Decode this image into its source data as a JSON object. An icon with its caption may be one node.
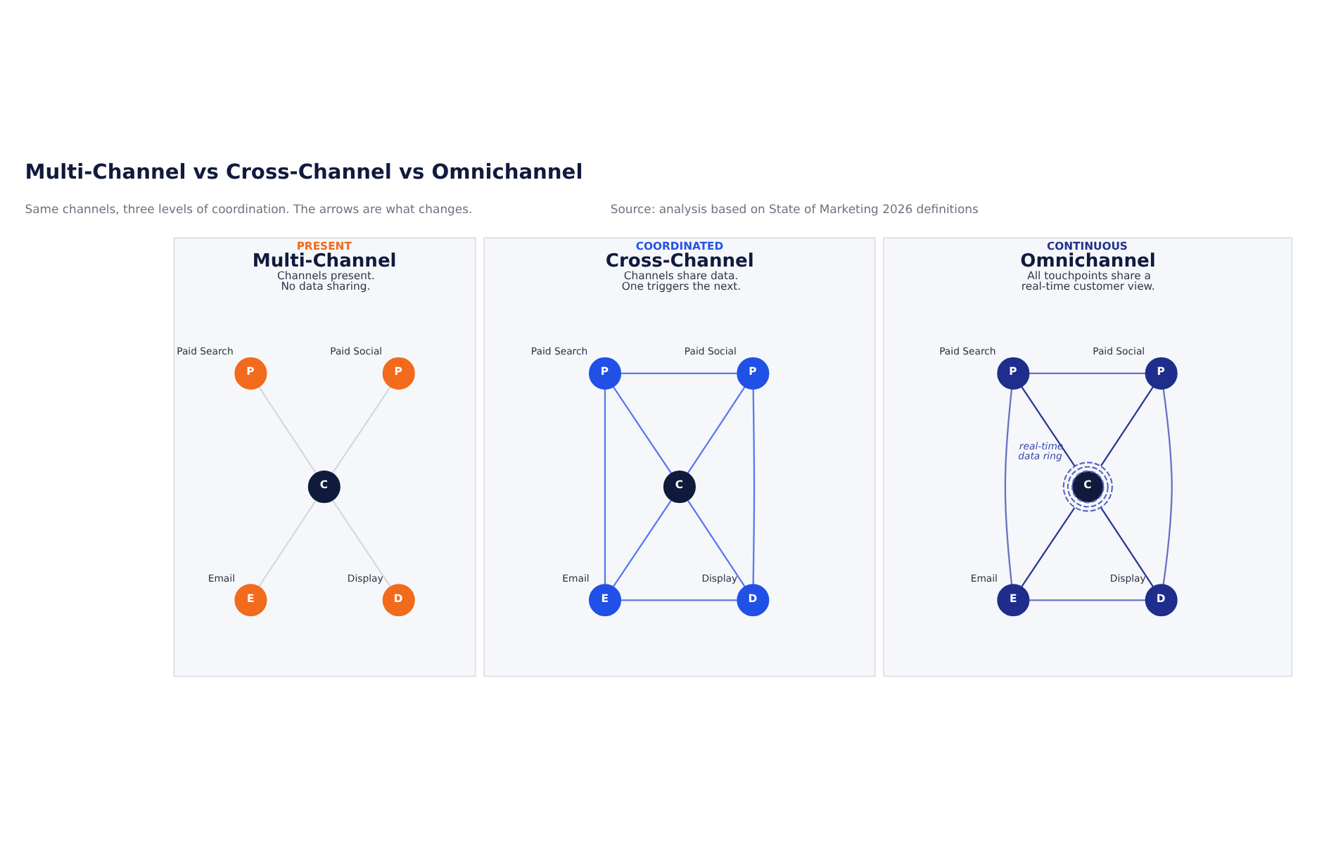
{
  "diagram": {
    "title": "Multi-Channel vs Cross-Channel vs Omnichannel",
    "nodes": [
      {
        "text": [
          "PRESENT",
          "Multi-Channel",
          "Channels present. No data sharing."
        ]
      },
      {
        "text": [
          "P"
        ],
        "beside": [
          "Paid Search"
        ],
        "in": 0
      },
      {
        "text": [
          "P"
        ],
        "beside": [
          "Paid Social"
        ],
        "in": 0
      },
      {
        "text": [
          "C"
        ],
        "in": 0
      },
      {
        "text": [
          "E"
        ],
        "beside": [
          "Email"
        ],
        "in": 0
      },
      {
        "text": [
          "D"
        ],
        "beside": [
          "Display"
        ],
        "in": 0
      },
      {
        "text": [
          "COORDINATED",
          "Cross-Channel",
          "Channels share data. One triggers the next."
        ]
      },
      {
        "text": [
          "P"
        ],
        "beside": [
          "Paid Search"
        ],
        "in": 6
      },
      {
        "text": [
          "P"
        ],
        "beside": [
          "Paid Social"
        ],
        "in": 6
      },
      {
        "text": [
          "C"
        ],
        "in": 6
      },
      {
        "text": [
          "E"
        ],
        "beside": [
          "Email"
        ],
        "in": 6
      },
      {
        "text": [
          "D"
        ],
        "beside": [
          "Display"
        ],
        "in": 6
      },
      {
        "text": [
          "CONTINUOUS",
          "Omnichannel",
          "All touchpoints share a real-time customer view."
        ]
      },
      {
        "text": [
          "P"
        ],
        "beside": [
          "Paid Search"
        ],
        "in": 12
      },
      {
        "text": [
          "P"
        ],
        "beside": [
          "Paid Social"
        ],
        "in": 12
      },
      {
        "text": [
          "C"
        ],
        "beside": [
          "real-time",
          "data ring"
        ],
        "in": 12
      },
      {
        "text": [
          "E"
        ],
        "beside": [
          "Email"
        ],
        "in": 12
      },
      {
        "text": [
          "D"
        ],
        "beside": [
          "Display"
        ],
        "in": 12
      }
    ],
    "edges": [
      {
        "from": 1,
        "to": 3,
        "arrow": "none",
        "color": "#d5d9e1"
      },
      {
        "from": 2,
        "to": 3,
        "arrow": "none",
        "color": "#d5d9e1"
      },
      {
        "from": 3,
        "to": 4,
        "arrow": "none",
        "color": "#d5d9e1"
      },
      {
        "from": 3,
        "to": 5,
        "arrow": "none",
        "color": "#d5d9e1"
      },
      {
        "from": 7,
        "to": 8,
        "arrow": "none"
      },
      {
        "from": 8,
        "to": 11,
        "arrow": "none"
      },
      {
        "from": 10,
        "to": 11,
        "arrow": "none"
      },
      {
        "from": 7,
        "to": 10,
        "arrow": "none"
      },
      {
        "from": 7,
        "to": 9,
        "arrow": "none"
      },
      {
        "from": 8,
        "to": 9,
        "arrow": "none"
      },
      {
        "from": 9,
        "to": 10,
        "arrow": "none"
      },
      {
        "from": 9,
        "to": 11,
        "arrow": "none"
      },
      {
        "from": 13,
        "to": 14,
        "arrow": "none",
        "color": "#6872c4"
      },
      {
        "from": 14,
        "to": 17,
        "arrow": "none",
        "color": "#6872c4"
      },
      {
        "from": 16,
        "to": 17,
        "arrow": "none",
        "color": "#6872c4"
      },
      {
        "from": 13,
        "to": 16,
        "arrow": "none",
        "color": "#6872c4"
      },
      {
        "from": 13,
        "to": 15,
        "arrow": "none",
        "color": "#2b3894"
      },
      {
        "from": 14,
        "to": 15,
        "arrow": "none",
        "color": "#2b3894"
      },
      {
        "from": 15,
        "to": 16,
        "arrow": "none",
        "color": "#2b3894"
      },
      {
        "from": 15,
        "to": 17,
        "arrow": "none",
        "color": "#2b3894"
      }
    ],
    "labels": [
      "Same channels, three levels of coordination. The arrows are what changes.",
      "Source: analysis based on State of Marketing 2026 definitions"
    ]
  }
}
